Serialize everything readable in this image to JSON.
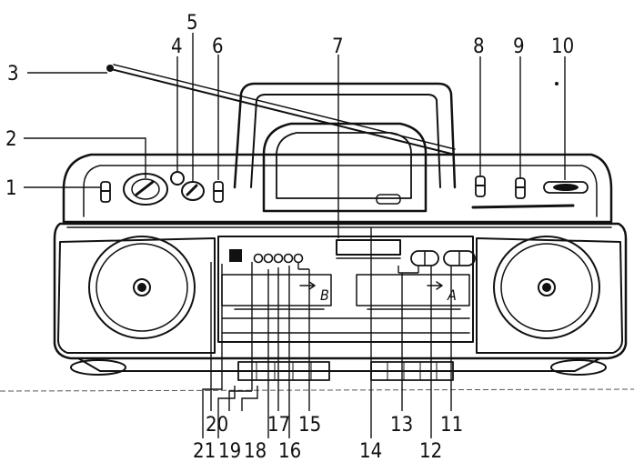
{
  "figure": {
    "title": "",
    "callouts": [
      {
        "id": "c1",
        "label": "1"
      },
      {
        "id": "c2",
        "label": "2"
      },
      {
        "id": "c3",
        "label": "3"
      },
      {
        "id": "c4",
        "label": "4"
      },
      {
        "id": "c5",
        "label": "5"
      },
      {
        "id": "c6",
        "label": "6"
      },
      {
        "id": "c7",
        "label": "7"
      },
      {
        "id": "c8",
        "label": "8"
      },
      {
        "id": "c9",
        "label": "9"
      },
      {
        "id": "c10",
        "label": "10"
      },
      {
        "id": "c11",
        "label": "11"
      },
      {
        "id": "c12",
        "label": "12"
      },
      {
        "id": "c13",
        "label": "13"
      },
      {
        "id": "c14",
        "label": "14"
      },
      {
        "id": "c15",
        "label": "15"
      },
      {
        "id": "c16",
        "label": "16"
      },
      {
        "id": "c17",
        "label": "17"
      },
      {
        "id": "c18",
        "label": "18"
      },
      {
        "id": "c19",
        "label": "19"
      },
      {
        "id": "c20",
        "label": "20"
      },
      {
        "id": "c21",
        "label": "21"
      }
    ],
    "deck_labels": {
      "a": "A",
      "b": "B"
    }
  }
}
